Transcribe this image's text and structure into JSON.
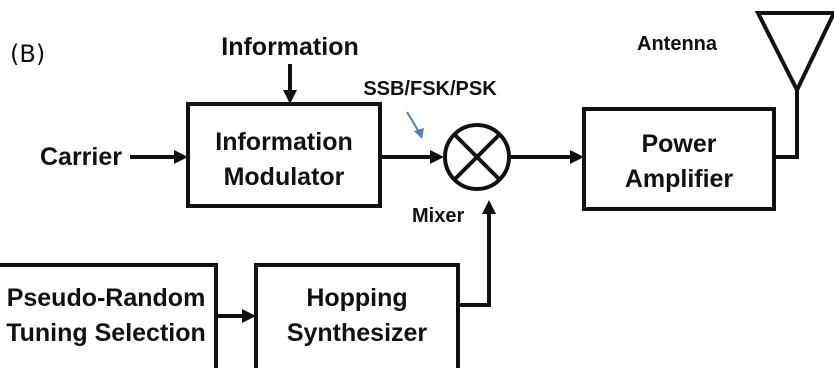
{
  "panel_label": "(B)",
  "labels": {
    "information_input": "Information",
    "carrier_input": "Carrier",
    "modulation_types": "SSB/FSK/PSK",
    "mixer": "Mixer",
    "antenna": "Antenna"
  },
  "blocks": {
    "information_modulator": [
      "Information",
      "Modulator"
    ],
    "power_amplifier": [
      "Power",
      "Amplifier"
    ],
    "pseudo_random_tuning": [
      "Pseudo-Random",
      "Tuning Selection"
    ],
    "hopping_synthesizer": [
      "Hopping",
      "Synthesizer"
    ]
  },
  "colors": {
    "line": "#111111",
    "annotation_arrow": "#4f81bd",
    "background": "#ffffff"
  }
}
